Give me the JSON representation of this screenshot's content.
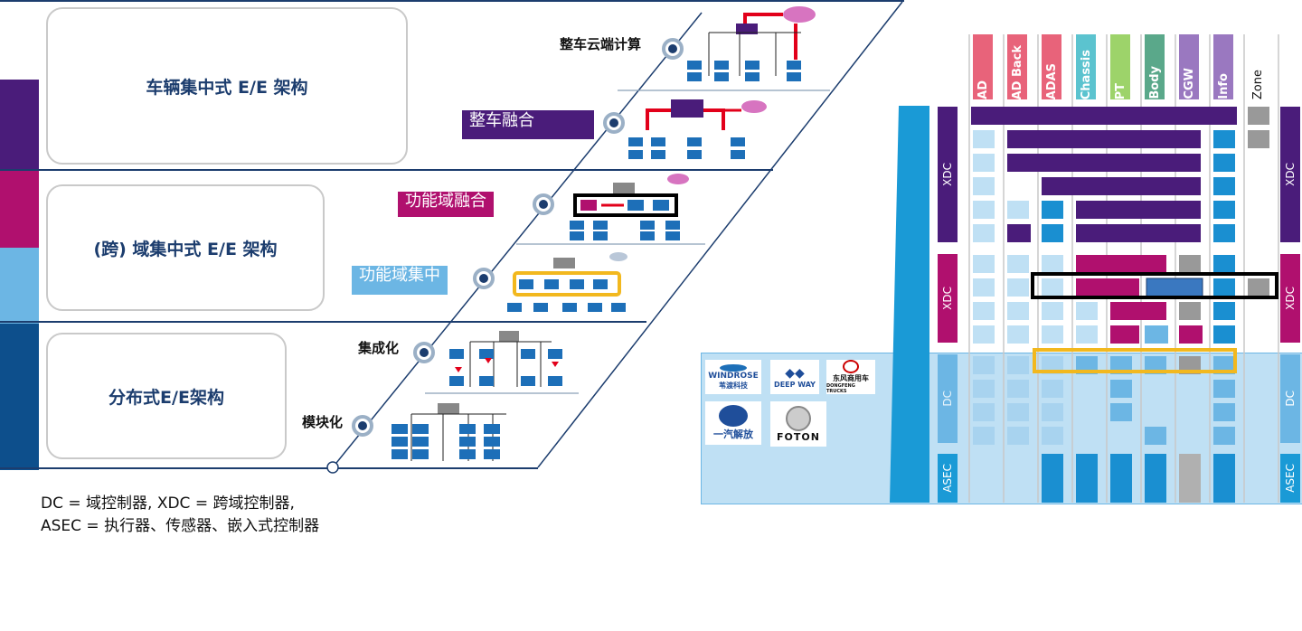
{
  "levels": [
    {
      "label": "车辆集中式 E/E 架构"
    },
    {
      "label": "(跨) 域集中式 E/E 架构"
    },
    {
      "label": "分布式E/E架构"
    }
  ],
  "stages": {
    "cloud": "整车云端计算",
    "vehicle_fusion": "整车融合",
    "domain_fusion": "功能域融合",
    "domain_central": "功能域集中",
    "integration": "集成化",
    "modular": "模块化"
  },
  "notes": {
    "line1": "DC = 域控制器, XDC = 跨域控制器,",
    "line2": "ASEC = 执行器、传感器、嵌入式控制器"
  },
  "columns": [
    "AD",
    "AD Back",
    "ADAS",
    "Chassis",
    "PT",
    "Body",
    "CGW",
    "Info",
    "Zone"
  ],
  "column_colors": [
    "#e8637a",
    "#e8637a",
    "#e8637a",
    "#5bc3cf",
    "#9dd36a",
    "#5aa88a",
    "#9a78c0",
    "#9a78c0",
    "#ffffff"
  ],
  "row_labels": {
    "xdc1": "XDC",
    "xdc2": "XDC",
    "dc": "DC",
    "asec": "ASEC"
  },
  "logos": {
    "windrose_en": "WINDROSE",
    "windrose_cn": "苇渡科技",
    "deepway": "DEEP WAY",
    "dongfeng_cn": "东风商用车",
    "dongfeng_en": "DONGFENG TRUCKS",
    "faw": "一汽解放",
    "foton": "FOTON"
  },
  "colors": {
    "purple": "#4a1c7a",
    "magenta": "#b0106e",
    "light_blue": "#6cb6e4",
    "dark_blue": "#0d4f8c",
    "highlight_yellow": "#f2b81e",
    "highlight_black": "#000000",
    "arrow_red": "#e2001a"
  }
}
